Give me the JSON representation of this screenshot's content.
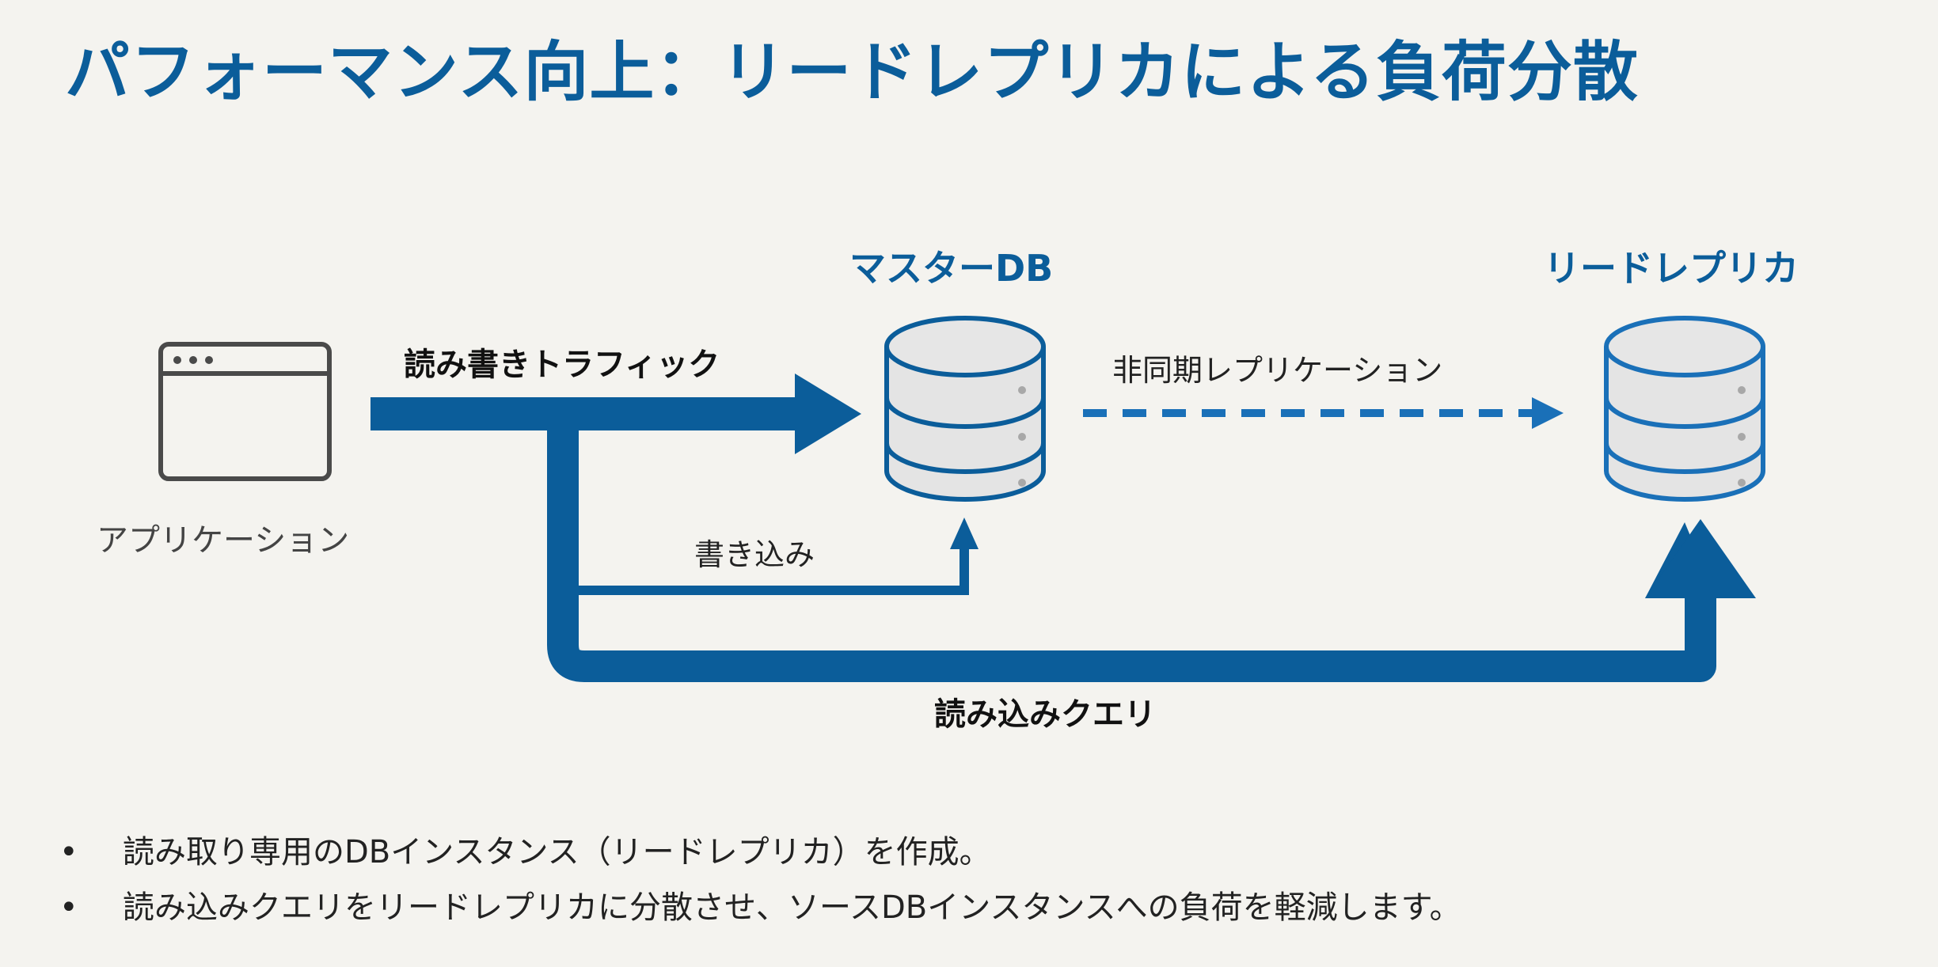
{
  "title": "パフォーマンス向上：リードレプリカによる負荷分散",
  "colors": {
    "primary": "#0b5d9a",
    "accent": "#1070c0",
    "db_fill": "#e4e4e4",
    "app_icon": "#4a4a4a",
    "background": "#f4f3ef"
  },
  "diagram": {
    "application": {
      "label": "アプリケーション",
      "icon": "browser-window-icon"
    },
    "master_db": {
      "label": "マスターDB",
      "icon": "database-icon"
    },
    "read_replica": {
      "label": "リードレプリカ",
      "icon": "database-icon"
    },
    "flows": {
      "read_write": "読み書きトラフィック",
      "write": "書き込み",
      "async_replication": "非同期レプリケーション",
      "read_query": "読み込みクエリ"
    }
  },
  "bullets": [
    "読み取り専用のDBインスタンス（リードレプリカ）を作成。",
    "読み込みクエリをリードレプリカに分散させ、ソースDBインスタンスへの負荷を軽減します。"
  ],
  "bullet_symbol": "•"
}
